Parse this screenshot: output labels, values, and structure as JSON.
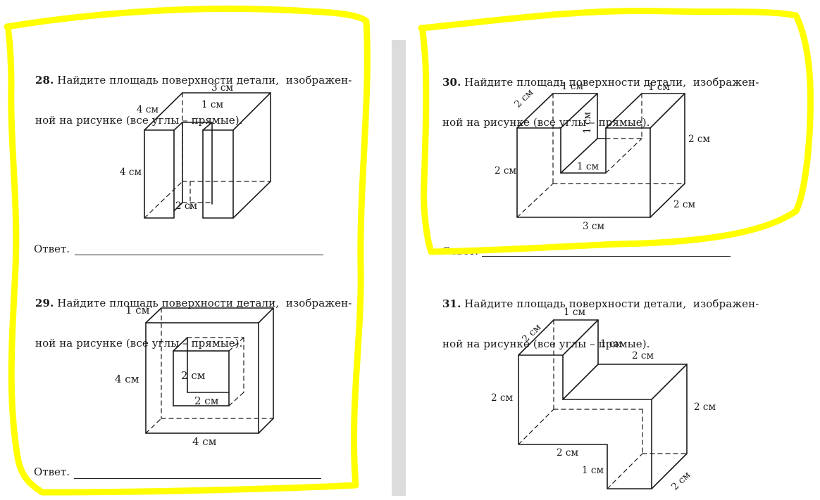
{
  "problems": [
    {
      "number": "28.",
      "text_line1": "Найдите площадь поверхности детали,  изображен-",
      "text_line2": "ной на рисунке (все углы – прямые).",
      "labels": {
        "top": "3 см",
        "inner_top": "1 см",
        "depth": "4 см",
        "height": "4 см",
        "inner_bottom": "2 см"
      }
    },
    {
      "number": "29.",
      "text_line1": "Найдите площадь поверхности детали,  изображен-",
      "text_line2": "ной на рисунке (все углы – прямые).",
      "labels": {
        "depth": "1 см",
        "height": "4 см",
        "hole_height": "2 см",
        "hole_width": "2 см",
        "width": "4 см"
      }
    },
    {
      "number": "30.",
      "text_line1": "Найдите площадь поверхности детали,  изображен-",
      "text_line2": "ной на рисунке (все углы – прямые).",
      "labels": {
        "left_top": "1 см",
        "right_top": "1 см",
        "depth": "2 см",
        "notch_height": "1 см",
        "notch_width": "1 см",
        "left_height": "2 см",
        "right_height": "2 см",
        "right_depth": "2 см",
        "width": "3 см"
      }
    },
    {
      "number": "31.",
      "text_line1": "Найдите площадь поверхности детали,  изображен-",
      "text_line2": "ной на рисунке (все углы – прямые).",
      "labels": {
        "top_width": "1 см",
        "top_depth": "2 см",
        "step_height": "1 см",
        "step_width": "2 см",
        "left_height": "2 см",
        "right_height": "2 см",
        "bottom_width": "2 см",
        "bottom_height": "1 см",
        "bottom_depth": "2 см"
      }
    }
  ],
  "answer_label": "Ответ."
}
